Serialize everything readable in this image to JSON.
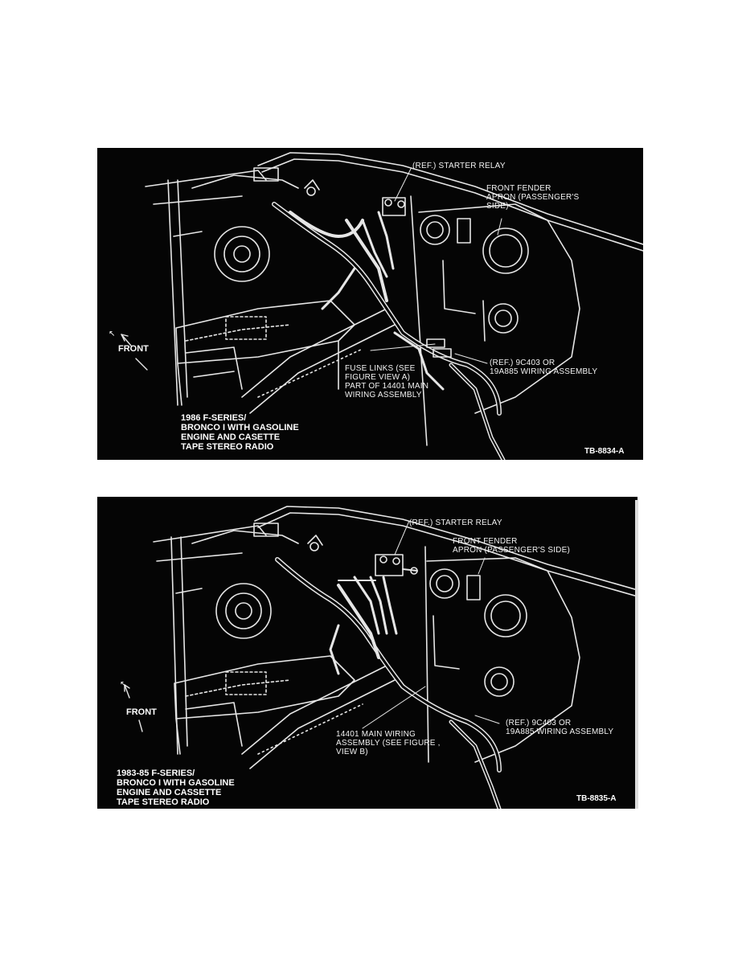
{
  "diagrams": [
    {
      "callouts": {
        "starter_relay": "(REF.) STARTER RELAY",
        "front_fender": "FRONT FENDER\nAPRON (PASSENGER'S\nSIDE)",
        "fuse_links": "FUSE LINKS (SEE\nFIGURE   VIEW A)\nPART OF 14401 MAIN\nWIRING ASSEMBLY",
        "wiring_ref": "(REF.) 9C403 OR\n19A885 WIRING ASSEMBLY",
        "front": "FRONT"
      },
      "caption": "1986 F-SERIES/\nBRONCO I WITH GASOLINE\nENGINE AND CASETTE\nTAPE STEREO RADIO",
      "code": "TB-8834-A"
    },
    {
      "callouts": {
        "starter_relay": "(REF.) STARTER RELAY",
        "front_fender": "FRONT FENDER\nAPRON (PASSENGER'S SIDE)",
        "main_wiring": "14401 MAIN WIRING\nASSEMBLY (SEE FIGURE  ,\nVIEW B)",
        "wiring_ref": "(REF.) 9C403 OR\n19A885 WIRING ASSEMBLY",
        "front": "FRONT"
      },
      "caption": "1983-85 F-SERIES/\nBRONCO I WITH GASOLINE\nENGINE AND CASSETTE\nTAPE STEREO RADIO",
      "code": "TB-8835-A"
    }
  ],
  "colors": {
    "ink": "#050505",
    "line": "#e8e8e8"
  },
  "icons": [
    "arrow-up-left-icon",
    "arrow-down-right-icon"
  ]
}
